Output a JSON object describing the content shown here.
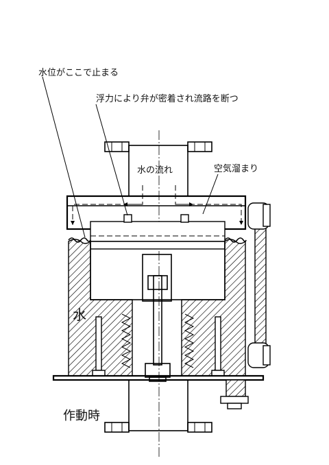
{
  "labels": {
    "water_level_stop": "水位がここで止まる",
    "float_seal": "浮力により弁が密着され流路を断つ",
    "water_flow": "水の流れ",
    "air_pocket": "空気溜まり",
    "water": "水",
    "caption": "作動時"
  }
}
